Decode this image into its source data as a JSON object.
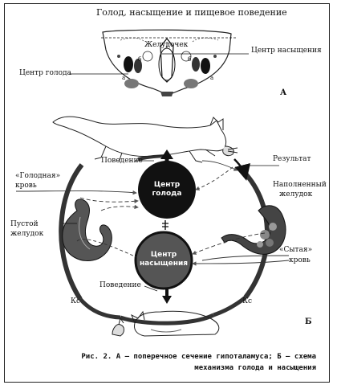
{
  "title": "Голод, насыщение и пищевое поведение",
  "panel_a": {
    "ventricle": "Желудочек",
    "satiety_center": "Центр насыщения",
    "hunger_center": "Центр голода",
    "marker": "А",
    "small_marks": [
      "б",
      "б",
      "а",
      "а"
    ]
  },
  "panel_b": {
    "behavior_top": "Поведение",
    "result": "Результат",
    "hungry_blood_1": "«Голодная»",
    "hungry_blood_2": "кровь",
    "full_stomach_1": "Наполненный",
    "full_stomach_2": "желудок",
    "empty_stomach_1": "Пустой",
    "empty_stomach_2": "желудок",
    "hunger_center_1": "Центр",
    "hunger_center_2": "голода",
    "satiety_center_1": "Центр",
    "satiety_center_2": "насыщения",
    "sated_blood_1": "«Сытая»",
    "sated_blood_2": "кровь",
    "behavior_bottom": "Поведение",
    "ks_left": "Кс",
    "ks_right": "Кс",
    "marker": "Б"
  },
  "caption": {
    "line1": "Рис. 2. А – поперечное сечение гипоталамуса; Б – схема",
    "line2": "механизма голода и насыщения"
  }
}
